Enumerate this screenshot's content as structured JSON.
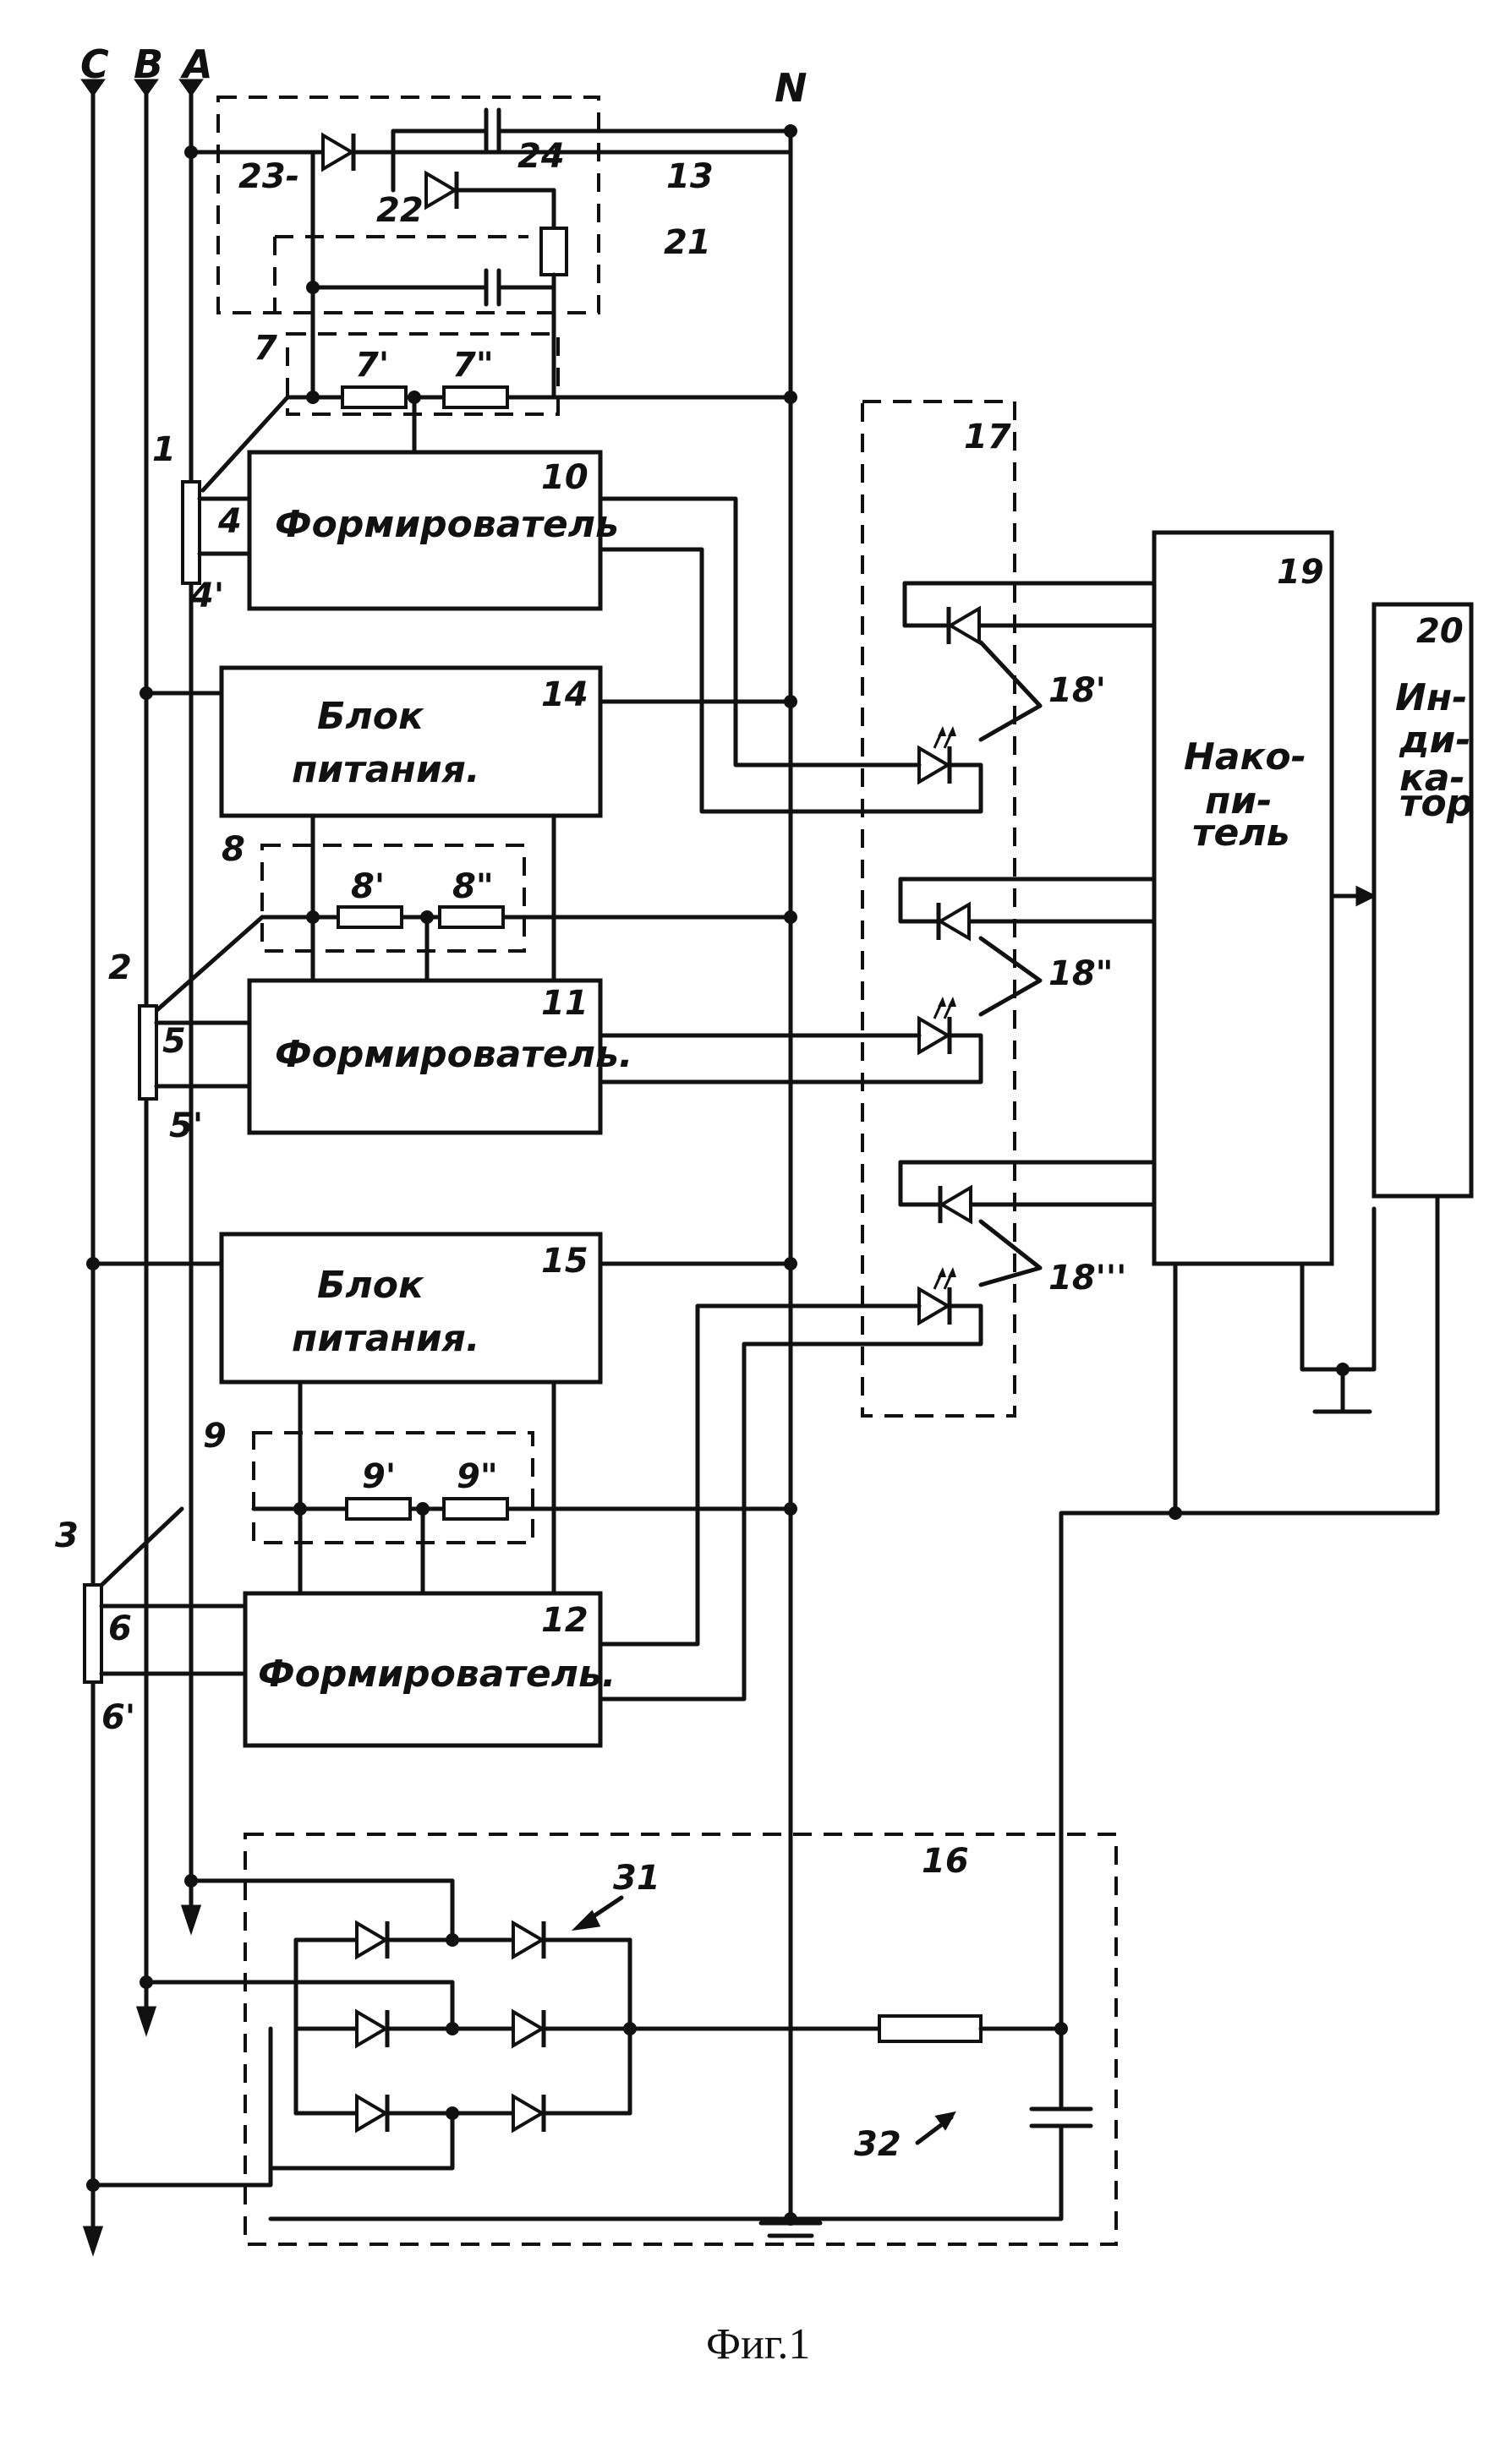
{
  "buses": {
    "c": "C",
    "b": "B",
    "a": "A",
    "n": "N"
  },
  "blocks": {
    "former": "Формирователь",
    "former_dot": "Формирователь.",
    "power_1": "Блок",
    "power_2": "питания.",
    "accumulator": [
      "Нако-",
      "пи-",
      "тель"
    ],
    "indicator": [
      "Ин-",
      "ди-",
      "ка-",
      "тор"
    ]
  },
  "refs": {
    "r1": "1",
    "r2": "2",
    "r3": "3",
    "r4": "4",
    "r4p": "4'",
    "r5": "5",
    "r5p": "5'",
    "r6": "6",
    "r6p": "6'",
    "r7": "7",
    "r7a": "7'",
    "r7b": "7\"",
    "r8": "8",
    "r8a": "8'",
    "r8b": "8\"",
    "r9": "9",
    "r9a": "9'",
    "r9b": "9\"",
    "r10": "10",
    "r11": "11",
    "r12": "12",
    "r13": "13",
    "r14": "14",
    "r15": "15",
    "r16": "16",
    "r17": "17",
    "r18a": "18'",
    "r18b": "18\"",
    "r18c": "18'''",
    "r19": "19",
    "r20": "20",
    "r21": "21",
    "r22": "22",
    "r23": "23-",
    "r24": "24",
    "r31": "31",
    "r32": "32"
  },
  "caption": "Фиг.1"
}
